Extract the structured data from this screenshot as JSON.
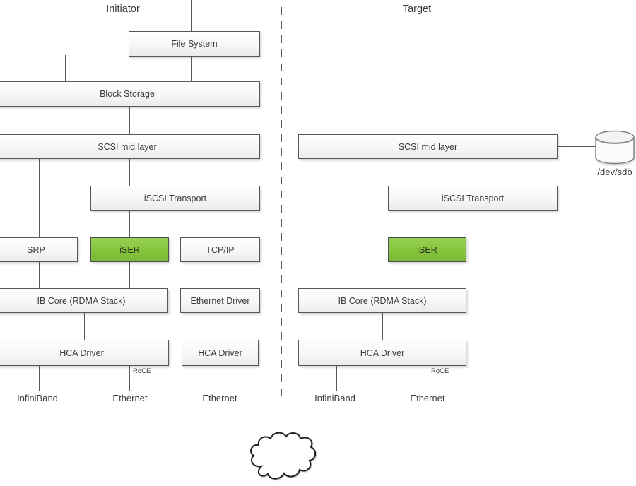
{
  "diagram": {
    "initiator": {
      "title": "Initiator",
      "file_system": "File System",
      "block_storage": "Block Storage",
      "scsi_mid_layer": "SCSI mid layer",
      "iscsi_transport": "iSCSI Transport",
      "srp": "SRP",
      "iser": "iSER",
      "tcp_ip": "TCP/IP",
      "ib_core": "IB Core (RDMA Stack)",
      "ethernet_driver": "Ethernet Driver",
      "hca_driver_rdma": "HCA Driver",
      "hca_driver_eth": "HCA Driver",
      "roce": "RoCE",
      "label_infiniband": "InfiniBand",
      "label_ethernet_rdma": "Ethernet",
      "label_ethernet_tcp": "Ethernet"
    },
    "target": {
      "title": "Target",
      "scsi_mid_layer": "SCSI mid layer",
      "iscsi_transport": "iSCSI Transport",
      "iser": "iSER",
      "ib_core": "IB Core (RDMA Stack)",
      "hca_driver": "HCA Driver",
      "roce": "RoCE",
      "label_infiniband": "InfiniBand",
      "label_ethernet": "Ethernet",
      "disk_device": "/dev/sdb"
    },
    "colors": {
      "iser_green": "#8CC63F",
      "box_border": "#55575B",
      "connector_line": "#595959"
    }
  }
}
